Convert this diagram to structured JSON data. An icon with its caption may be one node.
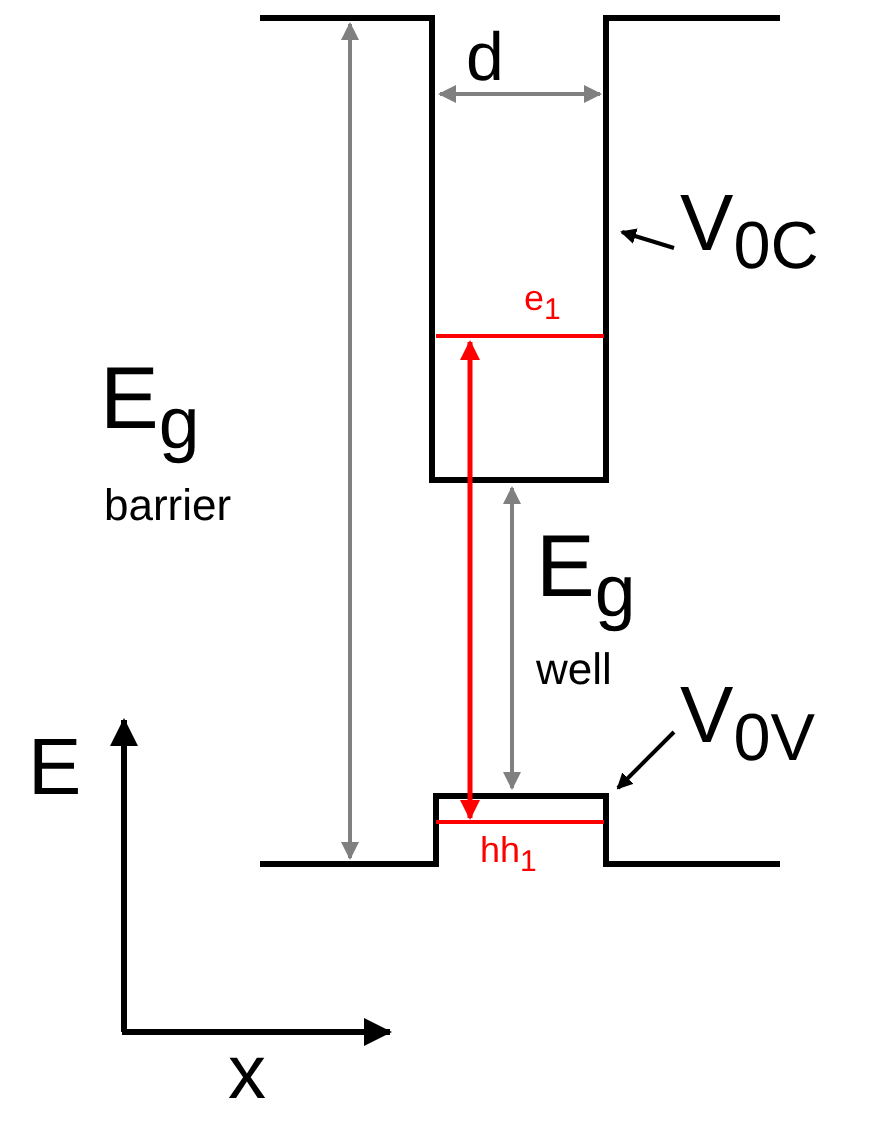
{
  "diagram": {
    "nodes": [
      {
        "text": [
          "V$_{0C}$"
        ]
      },
      {
        "text": [
          "V$_{0V}$"
        ]
      }
    ],
    "edges": [
      {
        "from": 0,
        "to": null,
        "arrow": "to"
      },
      {
        "from": 1,
        "to": null,
        "arrow": "to"
      }
    ],
    "labels": [
      "d",
      "e$_{1}$",
      "E$_{g}$",
      "barrier",
      "E$_{g}$",
      "well",
      "hh$_{1}$",
      "E",
      "x"
    ]
  }
}
